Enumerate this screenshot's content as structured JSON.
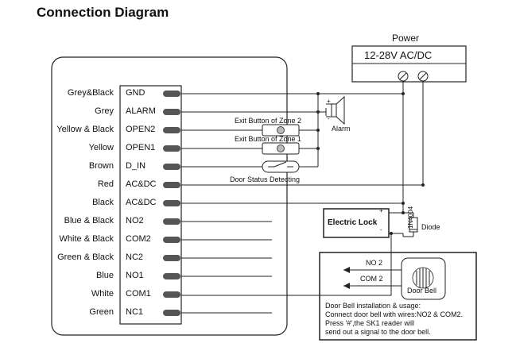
{
  "title": "Connection Diagram",
  "power": {
    "label": "Power",
    "voltage": "12-28V AC/DC"
  },
  "pins": [
    {
      "wire": "Grey&Black",
      "terminal": "GND"
    },
    {
      "wire": "Grey",
      "terminal": "ALARM"
    },
    {
      "wire": "Yellow & Black",
      "terminal": "OPEN2"
    },
    {
      "wire": "Yellow",
      "terminal": "OPEN1"
    },
    {
      "wire": "Brown",
      "terminal": "D_IN"
    },
    {
      "wire": "Red",
      "terminal": "AC&DC"
    },
    {
      "wire": "Black",
      "terminal": "AC&DC"
    },
    {
      "wire": "Blue & Black",
      "terminal": "NO2"
    },
    {
      "wire": "White & Black",
      "terminal": "COM2"
    },
    {
      "wire": "Green & Black",
      "terminal": "NC2"
    },
    {
      "wire": "Blue",
      "terminal": "NO1"
    },
    {
      "wire": "White",
      "terminal": "COM1"
    },
    {
      "wire": "Green",
      "terminal": "NC1"
    }
  ],
  "labels": {
    "alarm": "Alarm",
    "alarm_plus": "+",
    "alarm_minus": "-",
    "exit_zone2": "Exit Button of Zone 2",
    "exit_zone1": "Exit Button of Zone 1",
    "door_status": "Door Status Detecting",
    "electric_lock": "Electric Lock",
    "lock_plus": "+",
    "lock_minus": "-",
    "diode_part": "1N4004",
    "diode": "Diode",
    "no2": "NO 2",
    "com2": "COM 2",
    "door_bell": "Door Bell"
  },
  "door_bell_note": [
    "Door Bell installation & usage:",
    "Connect door bell with wires:NO2 & COM2.",
    "Press '#',the SK1 reader will",
    "send out a signal to the door bell."
  ]
}
